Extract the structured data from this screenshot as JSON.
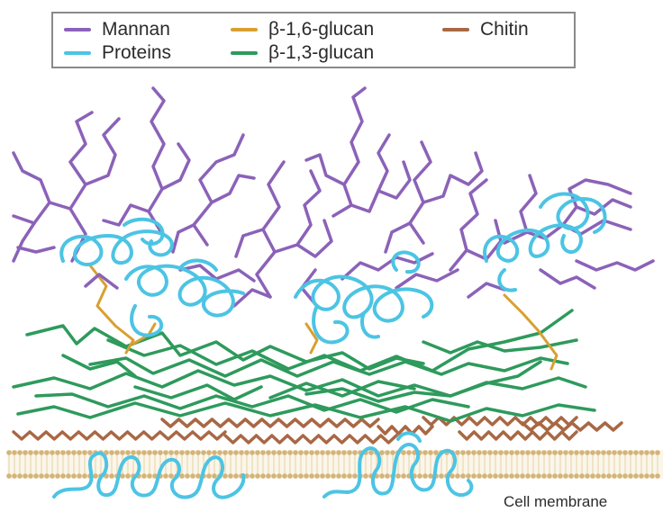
{
  "legend": {
    "mannan": {
      "label": "Mannan",
      "color": "#8b62b8"
    },
    "b16": {
      "label": "β-1,6-glucan",
      "color": "#d8a030"
    },
    "chitin": {
      "label": "Chitin",
      "color": "#a86844"
    },
    "proteins": {
      "label": "Proteins",
      "color": "#4cc4e4"
    },
    "b13": {
      "label": "β-1,3-glucan",
      "color": "#2e9a5c"
    }
  },
  "membrane": {
    "label": "Cell membrane",
    "color": "#d3b47a"
  }
}
